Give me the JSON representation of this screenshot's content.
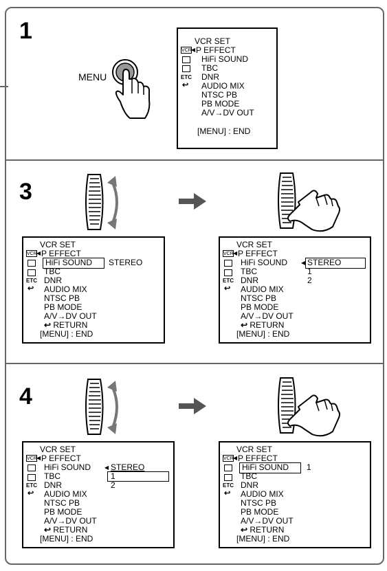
{
  "steps": [
    "1",
    "3",
    "4"
  ],
  "menu_button_label": "MENU",
  "screens": {
    "s1": {
      "title": "VCR SET",
      "items": [
        "P EFFECT",
        "HiFi SOUND",
        "TBC",
        "DNR",
        "AUDIO MIX",
        "NTSC PB",
        "PB MODE",
        "A/V→DV OUT"
      ],
      "footer": "[MENU] : END"
    },
    "s3a": {
      "title": "VCR SET",
      "items": [
        "P EFFECT",
        "HiFi SOUND",
        "TBC",
        "DNR",
        "AUDIO MIX",
        "NTSC PB",
        "PB MODE",
        "A/V→DV OUT",
        "RETURN"
      ],
      "value": "STEREO",
      "footer": "[MENU] : END"
    },
    "s3b": {
      "title": "VCR SET",
      "items": [
        "P EFFECT",
        "HiFi SOUND",
        "TBC",
        "DNR",
        "AUDIO MIX",
        "NTSC PB",
        "PB MODE",
        "A/V→DV OUT",
        "RETURN"
      ],
      "options": [
        "STEREO",
        "1",
        "2"
      ],
      "footer": "[MENU] : END"
    },
    "s4a": {
      "title": "VCR SET",
      "items": [
        "P EFFECT",
        "HiFi SOUND",
        "TBC",
        "DNR",
        "AUDIO MIX",
        "NTSC PB",
        "PB MODE",
        "A/V→DV OUT",
        "RETURN"
      ],
      "options": [
        "STEREO",
        "1",
        "2"
      ],
      "footer": "[MENU] : END"
    },
    "s4b": {
      "title": "VCR SET",
      "items": [
        "P EFFECT",
        "HiFi SOUND",
        "TBC",
        "DNR",
        "AUDIO MIX",
        "NTSC PB",
        "PB MODE",
        "A/V→DV OUT",
        "RETURN"
      ],
      "value": "1",
      "footer": "[MENU] : END"
    }
  },
  "icons": {
    "vcr": "VCR",
    "etc": "ETC"
  }
}
